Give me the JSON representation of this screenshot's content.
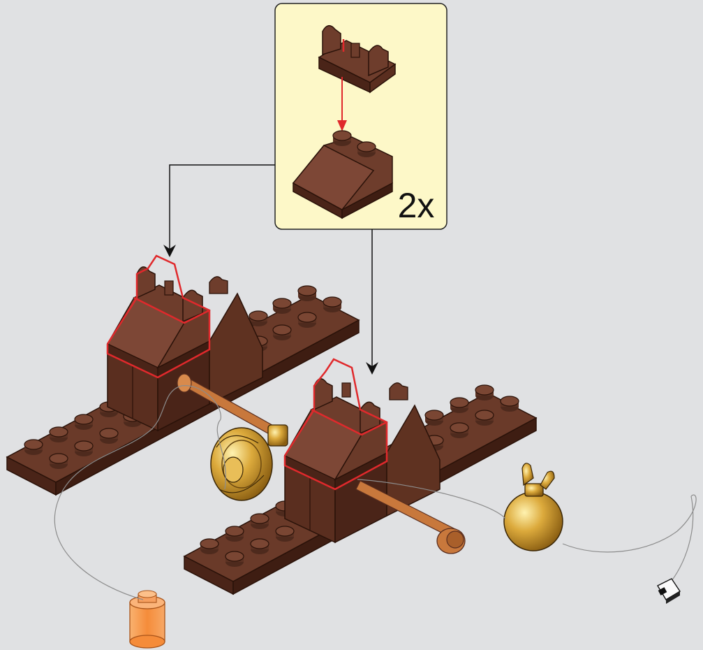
{
  "step": {
    "callout": {
      "quantity": "2x",
      "parts": [
        "hinge-plate-holder-brick",
        "slope-brick-2x2"
      ]
    },
    "model_parts": [
      "left-support-plate",
      "right-support-plate",
      "left-pillar",
      "right-pillar",
      "axle-rod-left",
      "axle-rod-right",
      "gold-gear-wheel",
      "gold-flame-bowl",
      "orange-transparent-round-brick",
      "light-wire",
      "wire-connector-plug"
    ]
  },
  "colors": {
    "background": "#e0e1e3",
    "callout_bg": "#fdf8c8",
    "brick_brown": "#6e3d2c",
    "brick_dark": "#4a2418",
    "highlight_red": "#e0292c",
    "gold": "#d9a73a",
    "orange_axle": "#c8783c",
    "trans_orange": "#f59a52"
  }
}
